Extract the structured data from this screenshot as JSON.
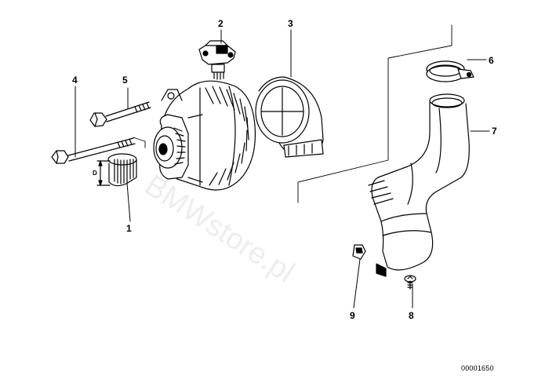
{
  "diagram": {
    "callouts": {
      "c1": "1",
      "c2": "2",
      "c3": "3",
      "c4": "4",
      "c5": "5",
      "c6": "6",
      "c7": "7",
      "c8": "8",
      "c9": "9"
    },
    "dimension_label": "D",
    "document_number": "00001650",
    "watermark_text": "BMWstore.pl",
    "line_color": "#000000",
    "background_color": "#ffffff"
  }
}
